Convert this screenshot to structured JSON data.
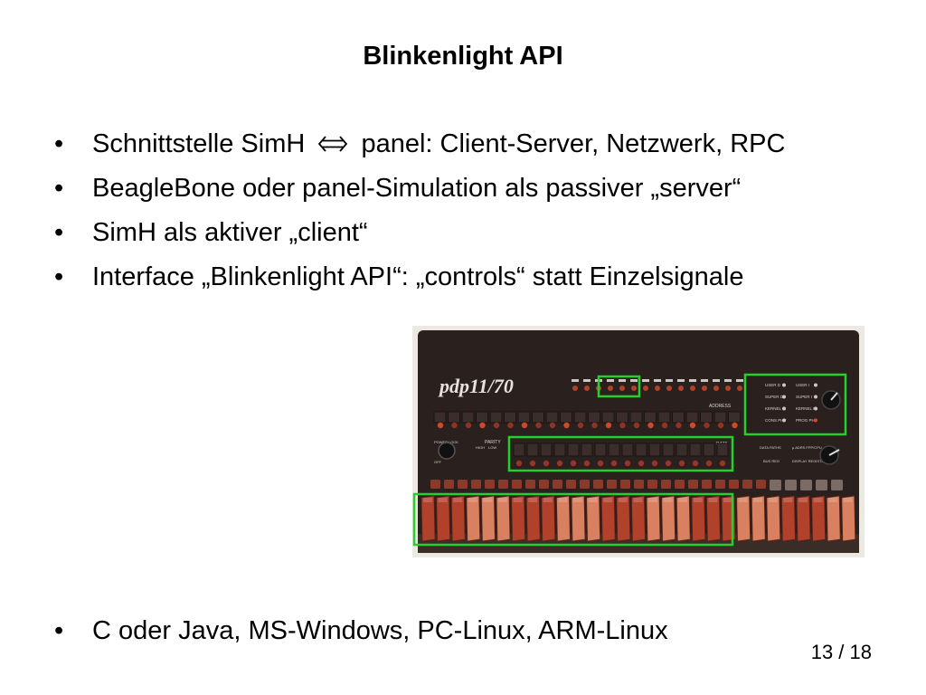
{
  "slide": {
    "title": "Blinkenlight API",
    "bullets": [
      {
        "before": "Schnittstelle SimH",
        "after": "panel: Client-Server, Netzwerk, RPC"
      },
      {
        "text": "BeagleBone oder panel-Simulation als passiver „server“"
      },
      {
        "text": "SimH als aktiver „client“"
      },
      {
        "text": "Interface „Blinkenlight API“: „controls“ statt Einzelsignale"
      }
    ],
    "last_bullet": "C oder Java, MS-Windows, PC-Linux, ARM-Linux",
    "bullet_char": "•",
    "page_number": "13 / 18",
    "arrow_icon": "double-arrow-icon"
  },
  "photo": {
    "logo_text": "pdp11/70",
    "labels": {
      "address": "ADDRESS",
      "data": "DATA",
      "parity": "PARITY",
      "parity_high": "HIGH",
      "parity_low": "LOW",
      "power": "POWER",
      "lock": "LOCK",
      "off": "OFF",
      "user_d": "USER D",
      "super_d": "SUPER D",
      "kernel_d": "KERNEL D",
      "cons_phy": "CONS PHY",
      "user_i": "USER I",
      "super_i": "SUPER I",
      "kernel_i": "KERNEL I",
      "prog_phy": "PROG PHY",
      "data_paths": "DATA PATHS",
      "bus_reg": "BUS REG",
      "addr_fpp_cpu": "µ ADRS FPP/CPU",
      "display_register": "DISPLAY REGISTER"
    },
    "colors": {
      "panel": "#2a201e",
      "switch_red": "#b2412c",
      "switch_light": "#d8805f",
      "highlight": "#25d02c"
    }
  }
}
